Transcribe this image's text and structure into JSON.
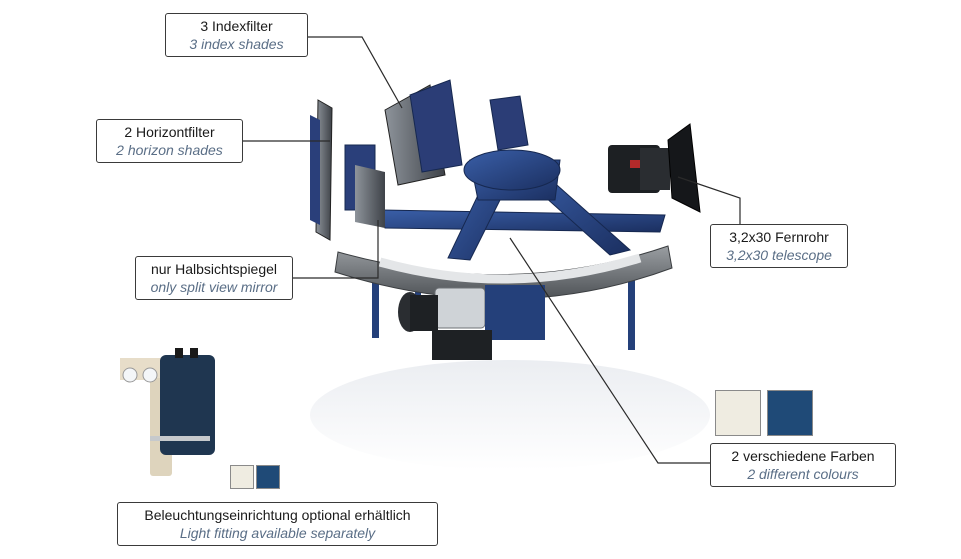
{
  "labels": {
    "index_shades": {
      "de": "3 Indexfilter",
      "en": "3 index shades"
    },
    "horizon_shades": {
      "de": "2 Horizontfilter",
      "en": "2 horizon shades"
    },
    "telescope": {
      "de": "3,2x30 Fernrohr",
      "en": "3,2x30 telescope"
    },
    "split_mirror": {
      "de": "nur Halbsichtspiegel",
      "en": "only split view mirror"
    },
    "colours": {
      "de": "2 verschiedene Farben",
      "en": "2 different colours"
    },
    "light_fitting": {
      "de": "Beleuchtungseinrichtung optional erhältlich",
      "en": "Light fitting available separately"
    }
  },
  "colors": {
    "cream": "#efece1",
    "navy": "#1f4a77",
    "frame_blue": "#23417c",
    "arc_gray": "#5d6164"
  }
}
